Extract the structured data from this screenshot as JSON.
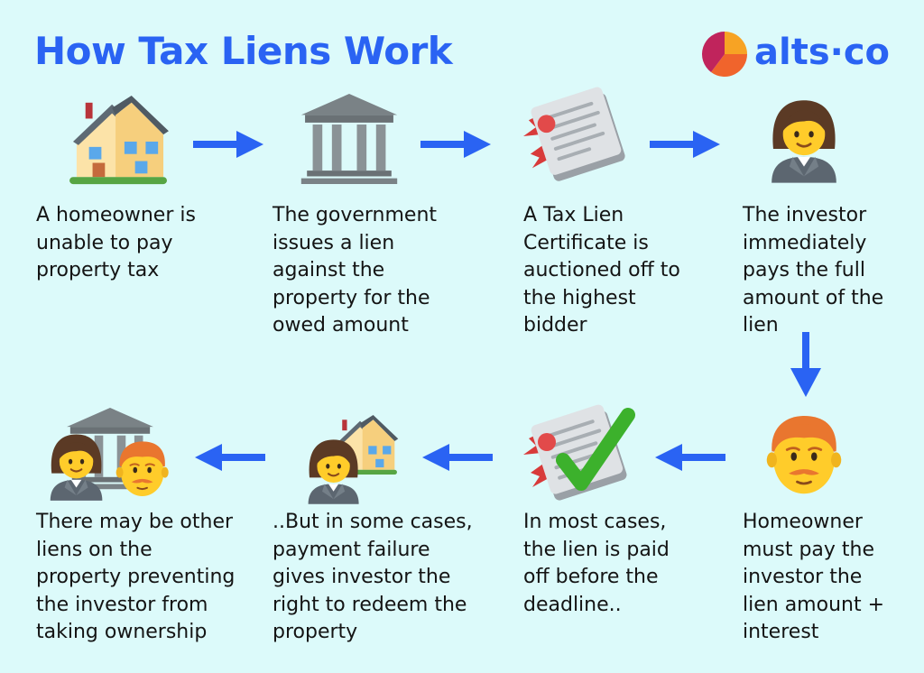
{
  "title": "How Tax Liens Work",
  "logo": {
    "text": "alts·co",
    "accent_colors": [
      "#c0245c",
      "#f0642c",
      "#f7a324"
    ]
  },
  "colors": {
    "background": "#dcfafa",
    "arrow": "#2a63f3",
    "title": "#2a63f3",
    "text": "#141414"
  },
  "steps": [
    {
      "icon": "house-icon",
      "text": "A homeowner is\nunable to pay\nproperty tax"
    },
    {
      "icon": "government-building-icon",
      "text": "The government\nissues a lien\nagainst the\nproperty for the\nowed amount"
    },
    {
      "icon": "certificate-icon",
      "text": "A Tax Lien\nCertificate is\nauctioned off to\nthe highest\nbidder"
    },
    {
      "icon": "investor-woman-icon",
      "text": "The investor\nimmediately\npays the full\namount of the\nlien"
    },
    {
      "icon": "homeowner-man-icon",
      "text": "Homeowner\nmust pay the\ninvestor the\nlien amount +\ninterest"
    },
    {
      "icon": "certificate-check-icon",
      "text": "In most cases,\nthe lien is paid\noff before the\ndeadline.."
    },
    {
      "icon": "investor-house-icon",
      "text": "..But in some cases,\npayment failure\ngives investor the\nright to redeem the\nproperty"
    },
    {
      "icon": "investor-bank-homeowner-icon",
      "text": "There may be other\nliens on the\nproperty preventing\nthe investor from\ntaking ownership"
    }
  ]
}
